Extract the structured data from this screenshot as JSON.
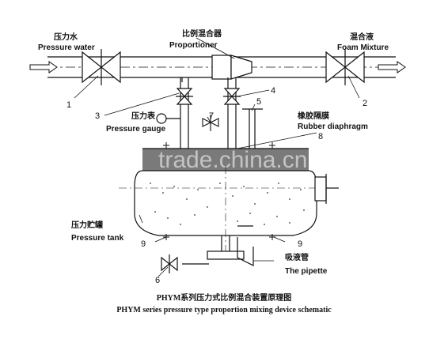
{
  "labels": {
    "pressure_water_cn": "压力水",
    "pressure_water_en": "Pressure water",
    "proportioner_cn": "比例混合器",
    "proportioner_en": "Proportioner",
    "foam_mixture_cn": "混合液",
    "foam_mixture_en": "Foam Mixture",
    "pressure_gauge_cn": "压力表",
    "pressure_gauge_en": "Pressure gauge",
    "rubber_diaphragm_cn": "橡胶隔膜",
    "rubber_diaphragm_en": "Rubber diaphragm",
    "pressure_tank_cn": "压力贮罐",
    "pressure_tank_en": "Pressure tank",
    "pipette_cn": "吸液管",
    "pipette_en": "The pipette"
  },
  "callouts": [
    "1",
    "2",
    "3",
    "4",
    "5",
    "6",
    "7",
    "8",
    "9",
    "9"
  ],
  "caption": {
    "cn": "PHYM系列压力式比例混合装置原理图",
    "en": "PHYM series pressure type proportion mixing device schematic"
  },
  "watermark": "trade.china.cn"
}
